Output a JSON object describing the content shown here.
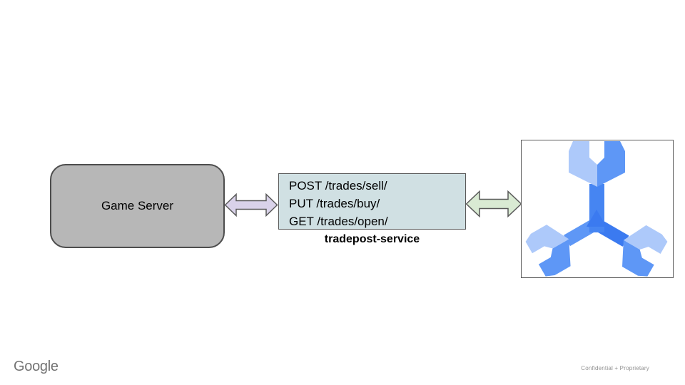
{
  "slide": {
    "background": "#ffffff"
  },
  "diagram": {
    "game_server": {
      "label": "Game Server",
      "fill": "#b7b7b7",
      "border": "#4d4d4d"
    },
    "service_box": {
      "lines": [
        "POST /trades/sell/",
        "PUT /trades/buy/",
        "GET /trades/open/"
      ],
      "fill": "#d0e0e3",
      "border": "#595959"
    },
    "service_label": "tradepost-service",
    "arrow_left": {
      "type": "bidirectional",
      "fill": "#d9d2e9",
      "stroke": "#595959"
    },
    "arrow_right": {
      "type": "bidirectional",
      "fill": "#d9ead3",
      "stroke": "#595959"
    },
    "logo": {
      "name": "open-match-wrench-logo",
      "box_border": "#5b5b5b",
      "colors": {
        "light": "#adc9fa",
        "medium": "#5e97f6",
        "bright": "#4685f2",
        "deep": "#3b7af0"
      }
    }
  },
  "footer": {
    "brand": "Google",
    "confidentiality": "Confidential + Proprietary"
  }
}
